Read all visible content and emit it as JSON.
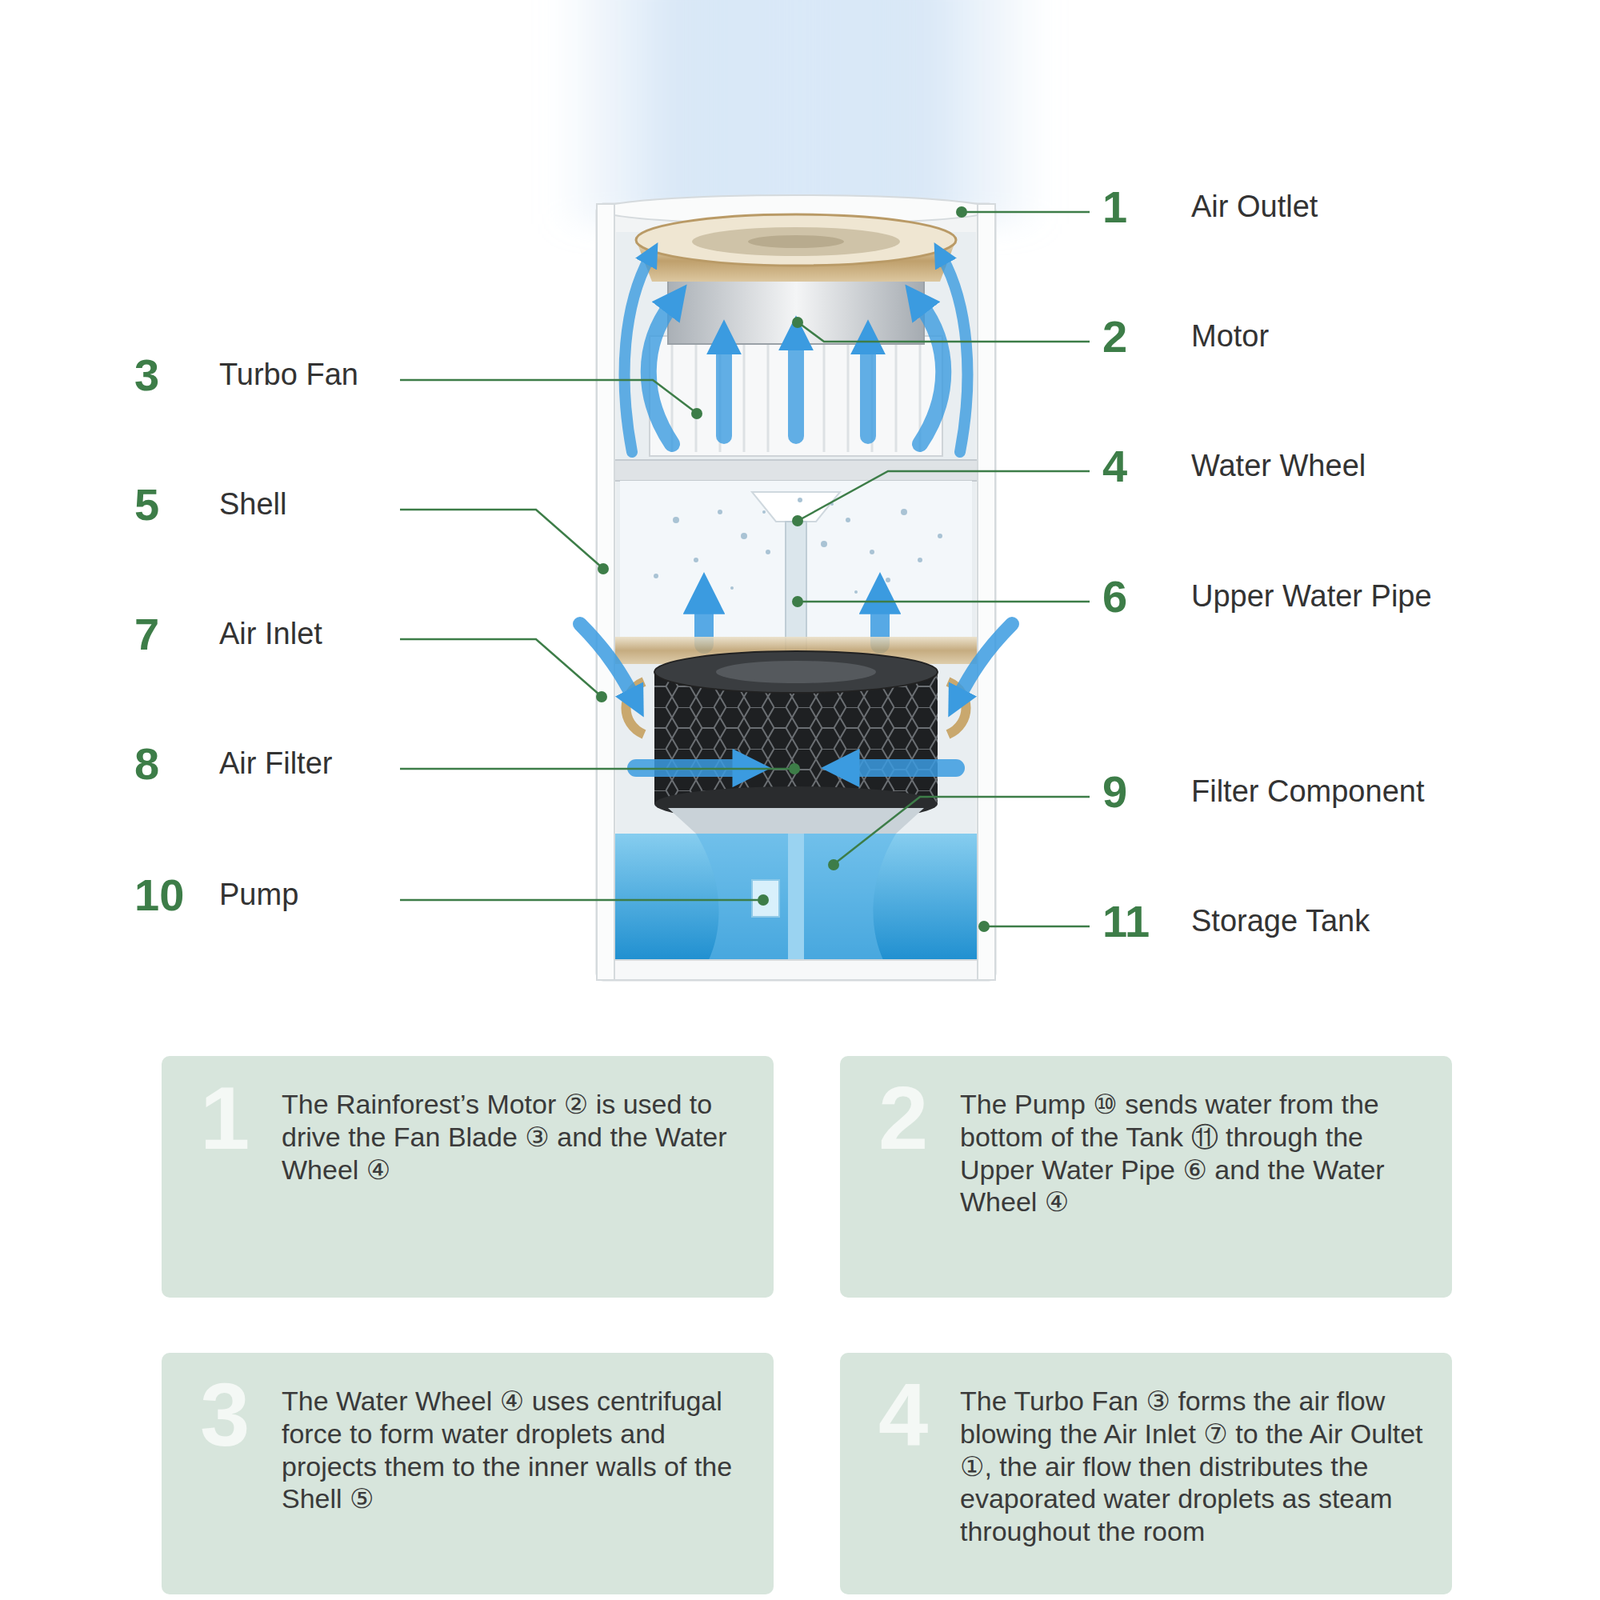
{
  "diagram": {
    "nodes": [
      {
        "text": [
          "1",
          "The Rainforest’s Motor ② is used to drive the Fan Blade ③ and the Water Wheel ④"
        ]
      },
      {
        "text": [
          "2",
          "The Pump ⑩ sends water from the bottom of the Tank ⑪ through the Upper Water Pipe ⑥ and the Water Wheel ④"
        ]
      },
      {
        "text": [
          "3",
          "The Water Wheel ④ uses centrifugal force to form water droplets and projects them to the inner walls of the Shell ⑤"
        ]
      },
      {
        "text": [
          "4",
          "The Turbo Fan ③ forms the air flow blowing the Air Inlet ⑦ to the Air Oultet ①, the air flow then distributes the evaporated water droplets as steam throughout the room"
        ]
      }
    ],
    "edges": [],
    "labels": [
      "1",
      "Air Outlet",
      "2",
      "Motor",
      "3",
      "Turbo Fan",
      "4",
      "Water Wheel",
      "5",
      "Shell",
      "6",
      "Upper Water Pipe",
      "7",
      "Air Inlet",
      "8",
      "Air Filter",
      "9",
      "Filter Component",
      "10",
      "Pump",
      "11",
      "Storage Tank"
    ]
  }
}
